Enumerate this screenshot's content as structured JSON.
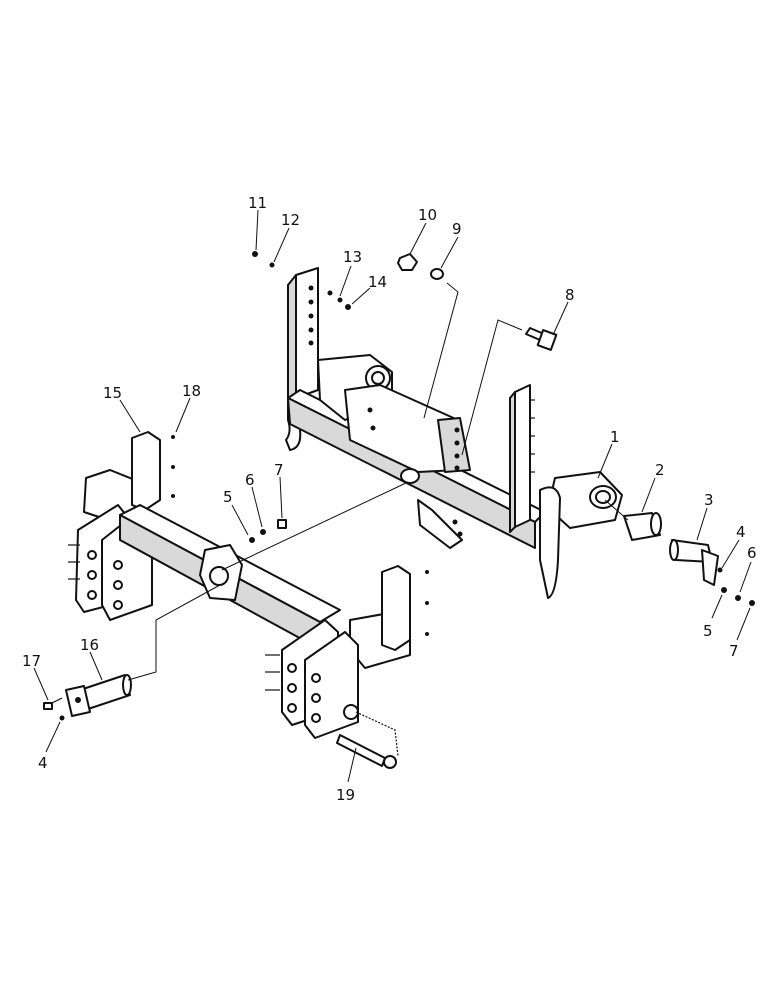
{
  "callouts": [
    {
      "id": "c1",
      "text": "1"
    },
    {
      "id": "c2",
      "text": "2"
    },
    {
      "id": "c3",
      "text": "3"
    },
    {
      "id": "c4a",
      "text": "4"
    },
    {
      "id": "c4b",
      "text": "4"
    },
    {
      "id": "c5a",
      "text": "5"
    },
    {
      "id": "c5b",
      "text": "5"
    },
    {
      "id": "c6a",
      "text": "6"
    },
    {
      "id": "c6b",
      "text": "6"
    },
    {
      "id": "c7a",
      "text": "7"
    },
    {
      "id": "c7b",
      "text": "7"
    },
    {
      "id": "c8",
      "text": "8"
    },
    {
      "id": "c9",
      "text": "9"
    },
    {
      "id": "c10",
      "text": "10"
    },
    {
      "id": "c11",
      "text": "11"
    },
    {
      "id": "c12",
      "text": "12"
    },
    {
      "id": "c13",
      "text": "13"
    },
    {
      "id": "c14",
      "text": "14"
    },
    {
      "id": "c15",
      "text": "15"
    },
    {
      "id": "c16",
      "text": "16"
    },
    {
      "id": "c17",
      "text": "17"
    },
    {
      "id": "c18",
      "text": "18"
    },
    {
      "id": "c19",
      "text": "19"
    }
  ],
  "colors": {
    "ink": "#111111",
    "paper": "#ffffff",
    "shade": "#d9d9d9"
  }
}
